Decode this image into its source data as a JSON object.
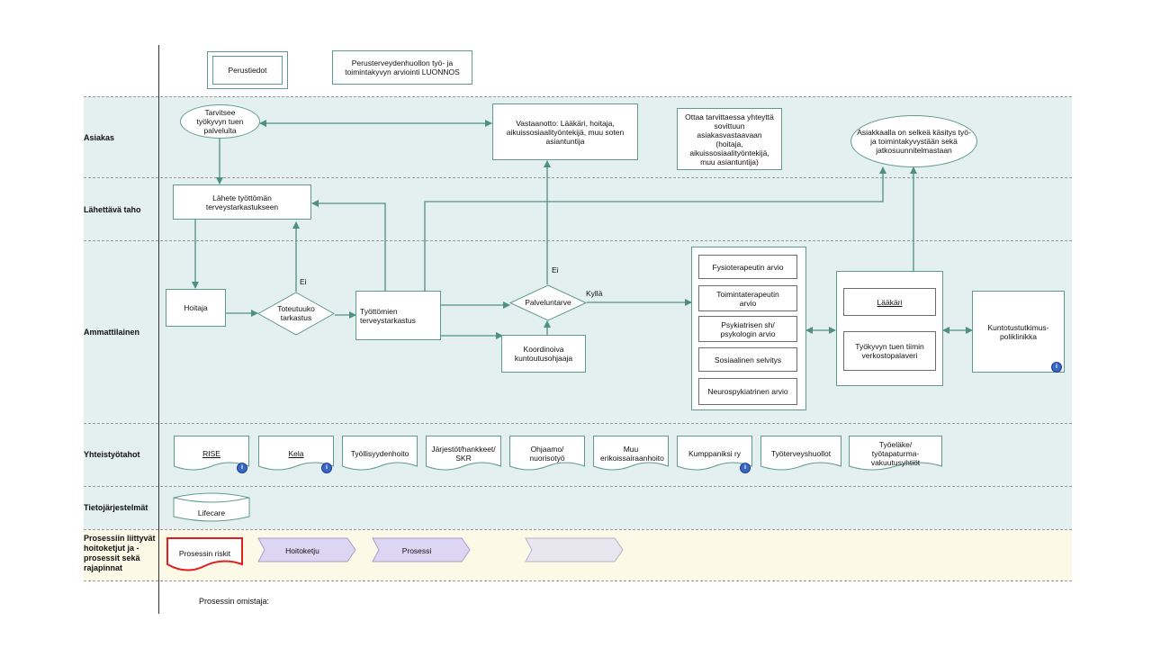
{
  "header": {
    "perustiedot": "Perustiedot",
    "title": "Perusterveydenhuollon työ- ja toimintakyvyn arviointi LUONNOS"
  },
  "lanes": {
    "asiakas": "Asiakas",
    "lahettava": "Lähettävä taho",
    "ammattilainen": "Ammattilainen",
    "yhteistyo": "Yhteistyötahot",
    "tieto": "Tietojärjestelmät",
    "prosessit": "Prosessiin liittyvät hoitoketjut ja -prosessit sekä rajapinnat"
  },
  "asiakas": {
    "tarvitsee": "Tarvitsee työkyvyn tuen palveluita",
    "vastaanotto": "Vastaanotto: Lääkäri, hoitaja, aikuissosiaalityöntekijä, muu soten asiantuntija",
    "ottaa": "Ottaa tarvittaessa yhteyttä sovittuun asiakasvastaavaan (hoitaja, aikuissosiaalityöntekijä, muu asiantuntija)",
    "selkea": "Asiakkaalla on selkeä käsitys työ- ja toimintakyvystään sekä jatkosuunnitelmastaan"
  },
  "lahettava": {
    "lahete": "Lähete työttömän terveystarkastukseen"
  },
  "ammattilainen": {
    "hoitaja": "Hoitaja",
    "toteutuuko": "Toteutuuko tarkastus",
    "ei1": "Ei",
    "tyottomien": "Työttömien terveystarkastus",
    "palveluntarve": "Palveluntarve",
    "ei2": "Ei",
    "kylla": "Kyllä",
    "koordinoiva": "Koordinoiva kuntoutusohjaaja",
    "arviot": [
      "Fysioterapeutin arvio",
      "Toimintaterapeutin arvio",
      "Psykiatrisen sh/ psykologin arvio",
      "Sosiaalinen selvitys",
      "Neurospykiatrinen arvio"
    ],
    "laakari": "Lääkäri",
    "verkosto": "Työkyvyn tuen tiimin verkostopalaveri",
    "kuntotutkimus": "Kuntotustutkimus-poliklinikka"
  },
  "yhteistyo": {
    "items": [
      "RISE",
      "Kela",
      "Työllisyydenhoito",
      "Järjestöt/hankkeet/ SKR",
      "Ohjaamo/ nuorisotyö",
      "Muu erikoissairaanhoito",
      "Kumppaniksi ry",
      "Työterveyshuollot",
      "Työeläke/ työtapaturma-vakuutusyhtiöt"
    ]
  },
  "tieto": {
    "lifecare": "Lifecare"
  },
  "prosessit": {
    "riskit": "Prosessin riskit",
    "hoitoketju": "Hoitoketju",
    "prosessi": "Prosessi",
    "empty": ""
  },
  "footer": {
    "owner": "Prosessin omistaja:"
  },
  "colors": {
    "lane_teal": "#e4f0ef",
    "lane_yellow": "#fcfae6",
    "stroke": "#5f9a8e",
    "chevron_fill": "#ddd6f2",
    "risk_red": "#e02020"
  }
}
